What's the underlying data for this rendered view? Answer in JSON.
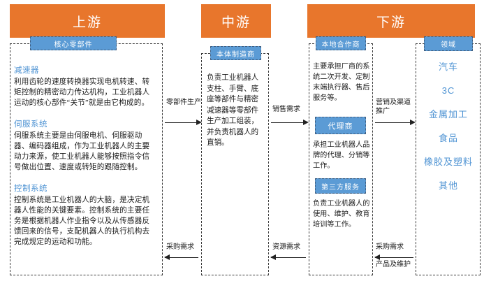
{
  "stages": [
    {
      "id": "upstream",
      "label": "上游"
    },
    {
      "id": "midstream",
      "label": "中游"
    },
    {
      "id": "downstream",
      "label": "下游"
    }
  ],
  "chips": {
    "core_components": "核心零部件",
    "body_manufacturer": "本体制造商",
    "local_partner": "本地合作商",
    "agent": "代理商",
    "third_party_service": "第三方服务",
    "fields": "领域"
  },
  "upstream": {
    "sections": [
      {
        "title": "减速器",
        "text": "利用齿轮的速度转换器实现电机转速、转矩控制的精密动力传达机构，工业机器人运动的核心部件“关节”就是由它构成的。"
      },
      {
        "title": "伺服系统",
        "text": "伺服系统主要是由伺服电机、伺服驱动器、编码器组成，作为工业机器人的主要动力来源，使工业机器人能够按照指令信号做出位置、速度或转矩的跟随控制。"
      },
      {
        "title": "控制系统",
        "text": "控制系统是工业机器人的大脑，是决定机器人性能的关键要素。控制系统的主要任务是根据机器人作业指令以及从传感器反馈回来的信号，支配机器人的执行机构去完成规定的运动和功能。"
      }
    ]
  },
  "midstream": {
    "text": "负责工业机器人支柱、手臂、底座等部件与精密减速器等零部件生产加工组装，并负责机器人的直销。"
  },
  "downstream": {
    "local_partner_text": "主要承担厂商的系统二次开发、定制末端执行器、售后服务等。",
    "agent_text": "承担工业机器人品牌的代理、分销等工作。",
    "third_party_text": "负责工业机器人的使用、维护、教育培训等工作。",
    "fields_items": [
      "汽车",
      "3C",
      "金属加工",
      "食品",
      "橡胶及塑料",
      "其他"
    ]
  },
  "arrows": {
    "forward": [
      {
        "id": "component-production",
        "label": "零部件生产"
      },
      {
        "id": "sales-demand",
        "label": "销售需求"
      },
      {
        "id": "marketing-channel",
        "label": "营销及渠道推广"
      }
    ],
    "backward": [
      {
        "id": "procurement-demand-1",
        "label": "采购需求"
      },
      {
        "id": "resource-demand",
        "label": "资源需求"
      },
      {
        "id": "procurement-demand-2",
        "label": "采购需求",
        "label2": "产品及维护"
      }
    ]
  },
  "colors": {
    "stage_header": "#E8762C",
    "chip": "#5B9BD5",
    "accent_text": "#4E93D3",
    "border": "#3a3a3a"
  }
}
